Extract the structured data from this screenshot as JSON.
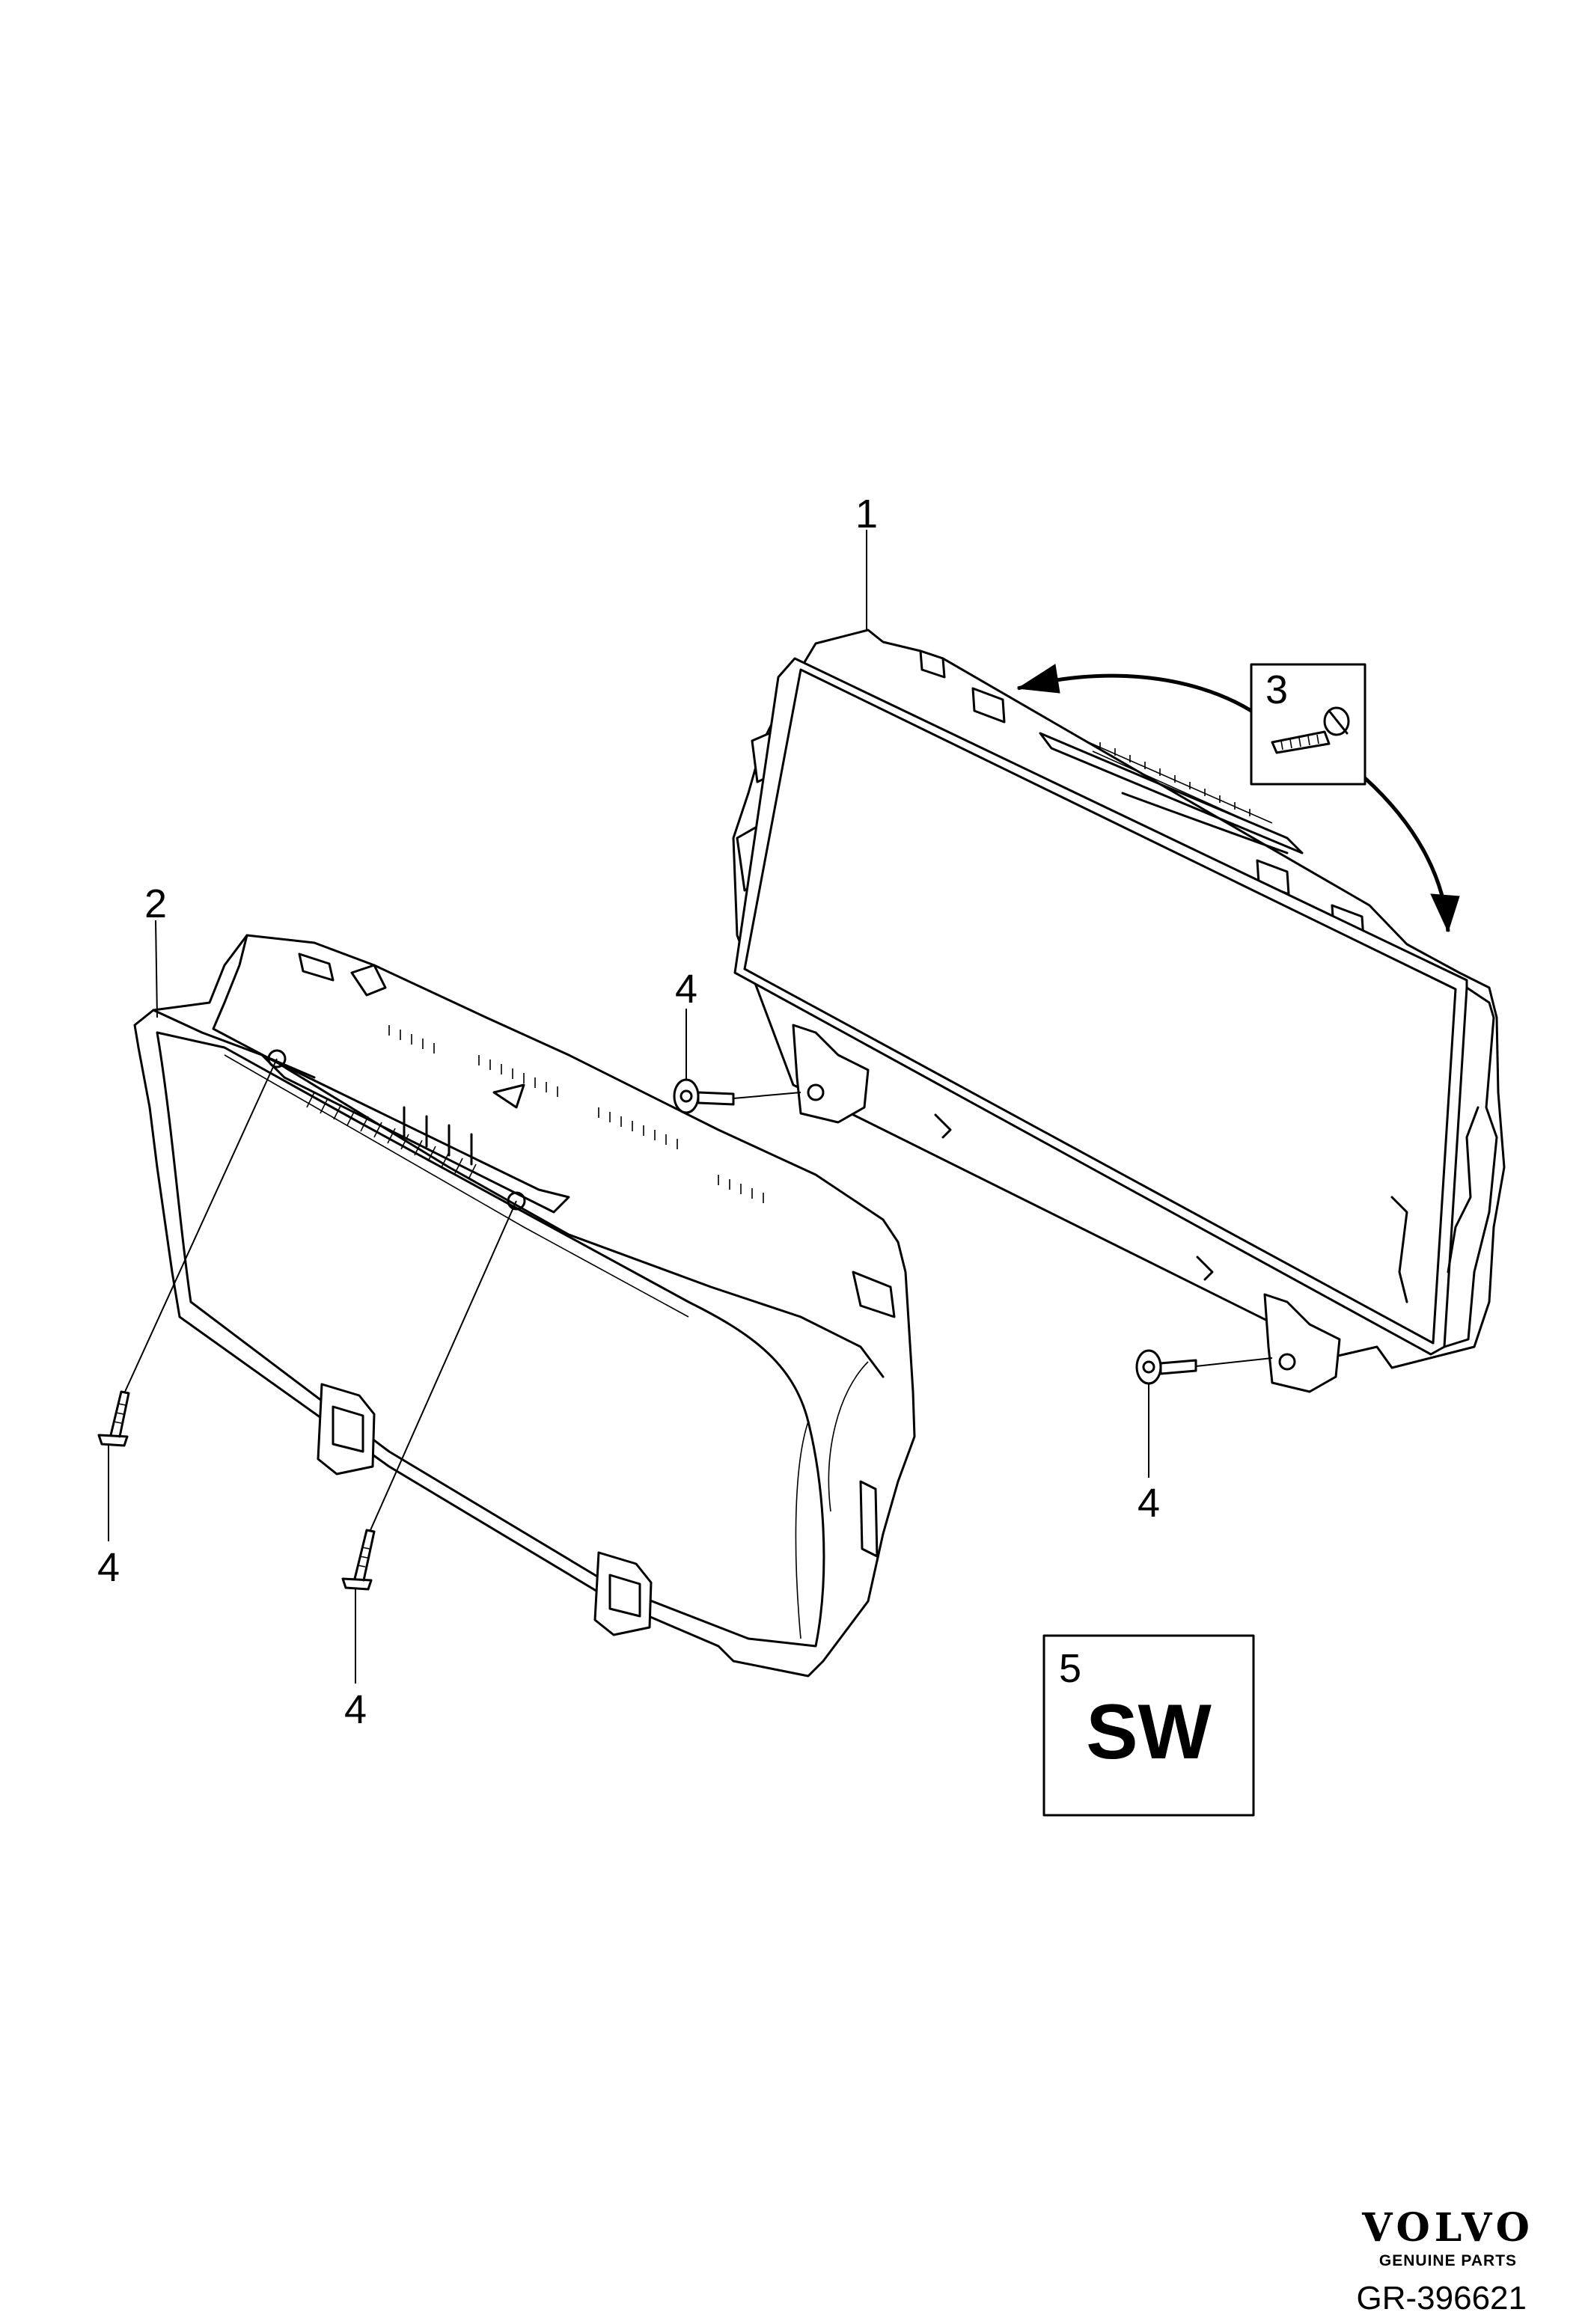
{
  "callouts": {
    "c1": "1",
    "c2": "2",
    "c3": "3",
    "c4_center": "4",
    "c4_right": "4",
    "c4_left": "4",
    "c4_bottom": "4",
    "c5": "5"
  },
  "software_box": {
    "label": "SW"
  },
  "branding": {
    "brand": "VOLVO",
    "tagline": "GENUINE PARTS"
  },
  "drawing_code": "GR-396621"
}
